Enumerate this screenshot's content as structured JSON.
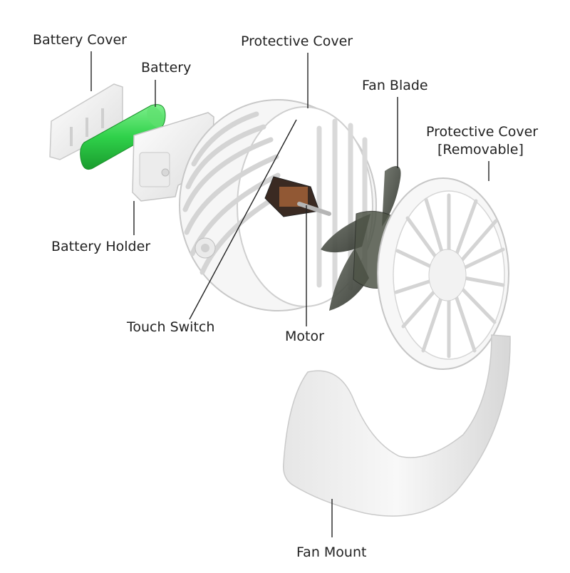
{
  "labels": {
    "battery_cover": "Battery Cover",
    "battery": "Battery",
    "protective_cover_rear": "Protective Cover",
    "fan_blade": "Fan Blade",
    "protective_cover_front_line1": "Protective Cover",
    "protective_cover_front_line2": "[Removable]",
    "battery_holder": "Battery Holder",
    "touch_switch": "Touch Switch",
    "motor": "Motor",
    "fan_mount": "Fan Mount"
  },
  "colors": {
    "battery": "#2fd14a",
    "plastic": "#f4f4f4",
    "outline": "#c9c9c9",
    "blade": "#4a4f46"
  }
}
